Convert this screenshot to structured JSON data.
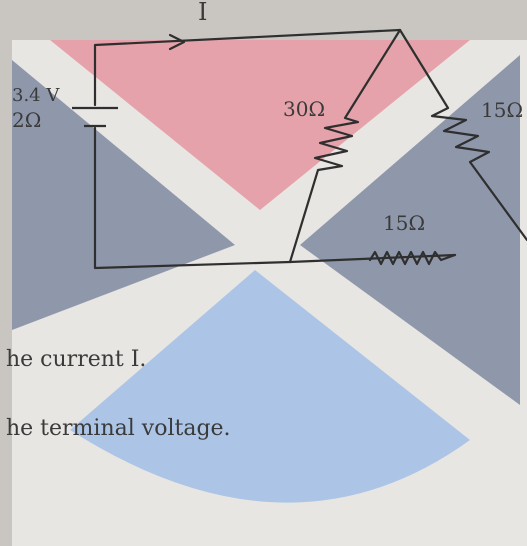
{
  "circuit": {
    "current_label": "I",
    "source_emf": "3.4 V",
    "source_internal_resistance": "2Ω",
    "resistor_top": "30Ω",
    "resistor_right": "15Ω",
    "resistor_bottom": "15Ω"
  },
  "questions": {
    "q1": "he current I.",
    "q2": "he terminal voltage."
  },
  "colors": {
    "page": "#c9c6c2",
    "paper": "#e8e6e3",
    "pink": "#e59aa3",
    "blue": "#a9c3e6",
    "gray": "#7f8aa1",
    "wire": "#2f2f2f"
  }
}
